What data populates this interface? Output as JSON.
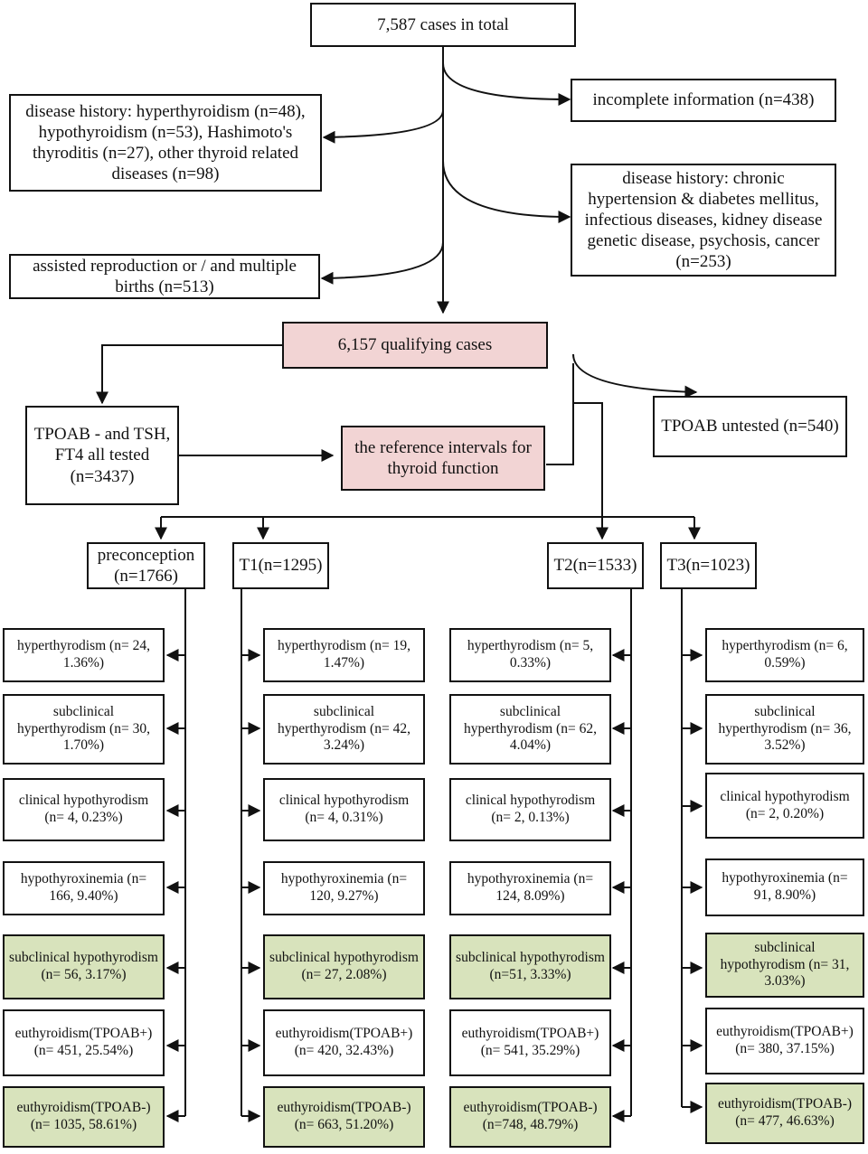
{
  "total": "7,587 cases in total",
  "excluded": {
    "incomplete": "incomplete information (n=438)",
    "thyroid_history": "disease history: hyperthyroidism (n=48), hypothyroidism (n=53), Hashimoto's thyroditis (n=27), other thyroid related diseases (n=98)",
    "chronic_history": "disease history: chronic hypertension & diabetes mellitus, infectious diseases, kidney disease genetic disease, psychosis, cancer (n=253)",
    "assisted": "assisted reproduction or / and multiple births (n=513)"
  },
  "qualifying": "6,157 qualifying cases",
  "tested": "TPOAB - and TSH, FT4 all tested (n=3437)",
  "reference": "the reference intervals for thyroid function",
  "untested": "TPOAB untested (n=540)",
  "groups": {
    "preconception": {
      "label": "preconception (n=1766)",
      "hyper": "hyperthyrodism (n= 24, 1.36%)",
      "subhyper": "subclinical hyperthyrodism (n= 30, 1.70%)",
      "clinhypo": "clinical hypothyrodism (n= 4, 0.23%)",
      "hypox": "hypothyroxinemia (n= 166, 9.40%)",
      "subhypo": "subclinical hypothyrodism (n= 56, 3.17%)",
      "euplus": "euthyroidism(TPOAB+) (n= 451, 25.54%)",
      "euminus": "euthyroidism(TPOAB-) (n= 1035, 58.61%)"
    },
    "t1": {
      "label": "T1(n=1295)",
      "hyper": "hyperthyrodism (n= 19, 1.47%)",
      "subhyper": "subclinical hyperthyrodism (n= 42, 3.24%)",
      "clinhypo": "clinical hypothyrodism (n= 4, 0.31%)",
      "hypox": "hypothyroxinemia (n= 120, 9.27%)",
      "subhypo": "subclinical hypothyrodism (n= 27, 2.08%)",
      "euplus": "euthyroidism(TPOAB+) (n= 420, 32.43%)",
      "euminus": "euthyroidism(TPOAB-) (n= 663, 51.20%)"
    },
    "t2": {
      "label": "T2(n=1533)",
      "hyper": "hyperthyrodism (n= 5, 0.33%)",
      "subhyper": "subclinical hyperthyrodism (n= 62, 4.04%)",
      "clinhypo": "clinical hypothyrodism (n= 2, 0.13%)",
      "hypox": "hypothyroxinemia (n= 124, 8.09%)",
      "subhypo": "subclinical hypothyrodism (n=51, 3.33%)",
      "euplus": "euthyroidism(TPOAB+) (n= 541, 35.29%)",
      "euminus": "euthyroidism(TPOAB-) (n=748, 48.79%)"
    },
    "t3": {
      "label": "T3(n=1023)",
      "hyper": "hyperthyrodism (n= 6, 0.59%)",
      "subhyper": "subclinical hyperthyrodism (n= 36, 3.52%)",
      "clinhypo": "clinical hypothyrodism (n= 2, 0.20%)",
      "hypox": "hypothyroxinemia (n= 91, 8.90%)",
      "subhypo": "subclinical hypothyrodism (n= 31, 3.03%)",
      "euplus": "euthyroidism(TPOAB+) (n= 380, 37.15%)",
      "euminus": "euthyroidism(TPOAB-) (n= 477, 46.63%)"
    }
  },
  "colors": {
    "highlight_pink": "#f2d4d4",
    "highlight_green": "#d8e3bc",
    "line": "#111111"
  }
}
